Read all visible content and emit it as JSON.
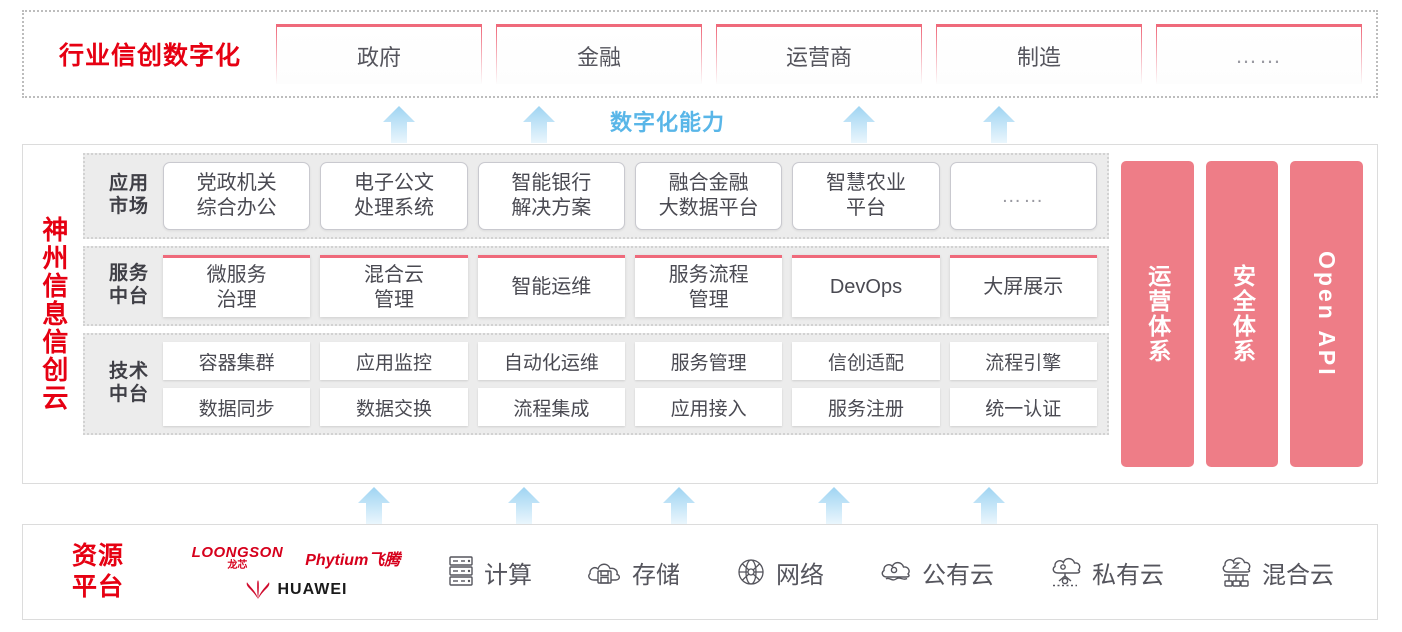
{
  "colors": {
    "brand_red": "#e60012",
    "pink": "#ee7d87",
    "pink_border": "#ef6a7b",
    "arrow_blue": "#59b6e8",
    "band_gray": "#ececec"
  },
  "industry": {
    "title": "行业信创数字化",
    "items": [
      {
        "label": "政府"
      },
      {
        "label": "金融"
      },
      {
        "label": "运营商"
      },
      {
        "label": "制造"
      },
      {
        "label": "……"
      }
    ]
  },
  "capability": {
    "label": "数字化能力"
  },
  "cloud": {
    "title": "神州信息信创云",
    "layers": [
      {
        "label": "应用\n市场",
        "label_line1": "应用",
        "label_line2": "市场",
        "items": [
          {
            "line1": "党政机关",
            "line2": "综合办公"
          },
          {
            "line1": "电子公文",
            "line2": "处理系统"
          },
          {
            "line1": "智能银行",
            "line2": "解决方案"
          },
          {
            "line1": "融合金融",
            "line2": "大数据平台"
          },
          {
            "line1": "智慧农业",
            "line2": "平台"
          },
          {
            "line1": "……",
            "line2": "",
            "placeholder": true
          }
        ]
      },
      {
        "label_line1": "服务",
        "label_line2": "中台",
        "items": [
          {
            "line1": "微服务",
            "line2": "治理"
          },
          {
            "line1": "混合云",
            "line2": "管理"
          },
          {
            "line1": "智能运维",
            "line2": ""
          },
          {
            "line1": "服务流程",
            "line2": "管理"
          },
          {
            "line1": "DevOps",
            "line2": ""
          },
          {
            "line1": "大屏展示",
            "line2": ""
          }
        ]
      },
      {
        "label_line1": "技术",
        "label_line2": "中台",
        "row1": [
          {
            "label": "容器集群"
          },
          {
            "label": "应用监控"
          },
          {
            "label": "自动化运维"
          },
          {
            "label": "服务管理"
          },
          {
            "label": "信创适配"
          },
          {
            "label": "流程引擎"
          }
        ],
        "row2": [
          {
            "label": "数据同步"
          },
          {
            "label": "数据交换"
          },
          {
            "label": "流程集成"
          },
          {
            "label": "应用接入"
          },
          {
            "label": "服务注册"
          },
          {
            "label": "统一认证"
          }
        ]
      }
    ],
    "pillars": [
      {
        "label": "运营体系",
        "orientation": "vertical-cjk"
      },
      {
        "label": "安全体系",
        "orientation": "vertical-cjk"
      },
      {
        "label": "Open API",
        "orientation": "vertical-latin"
      }
    ]
  },
  "resource": {
    "title_line1": "资源",
    "title_line2": "平台",
    "vendors": [
      {
        "name_en": "LOONGSON",
        "name_cn": "龙芯",
        "icon": "loongson-logo"
      },
      {
        "name": "Phytium飞腾",
        "icon": "phytium-logo"
      },
      {
        "name": "HUAWEI",
        "icon": "huawei-logo"
      }
    ],
    "items": [
      {
        "label": "计算",
        "icon": "server-icon"
      },
      {
        "label": "存储",
        "icon": "cloud-storage-icon"
      },
      {
        "label": "网络",
        "icon": "network-icon"
      },
      {
        "label": "公有云",
        "icon": "public-cloud-icon"
      },
      {
        "label": "私有云",
        "icon": "private-cloud-icon"
      },
      {
        "label": "混合云",
        "icon": "hybrid-cloud-icon"
      }
    ]
  }
}
